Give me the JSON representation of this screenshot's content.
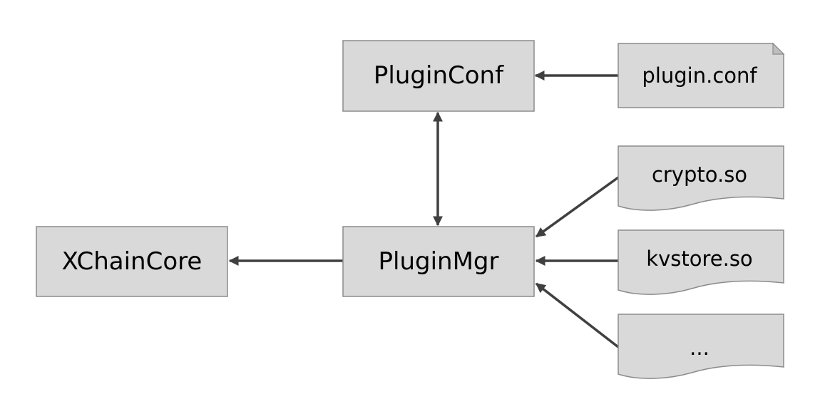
{
  "nodes": {
    "xchaincore": "XChainCore",
    "pluginmgr": "PluginMgr",
    "pluginconf": "PluginConf",
    "plugin_conf_file": "plugin.conf",
    "crypto_so": "crypto.so",
    "kvstore_so": "kvstore.so",
    "more_files": "..."
  },
  "colors": {
    "box_fill": "#d9d9d9",
    "box_border": "#8c8c8c",
    "arrow": "#404040"
  }
}
